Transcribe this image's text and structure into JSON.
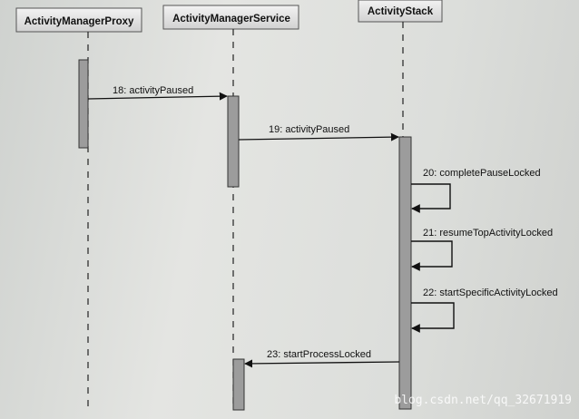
{
  "participants": [
    {
      "id": "amp",
      "name": "ActivityManagerProxy"
    },
    {
      "id": "ams",
      "name": "ActivityManagerService"
    },
    {
      "id": "as",
      "name": "ActivityStack"
    }
  ],
  "messages": [
    {
      "num": "18",
      "label": "18: activityPaused"
    },
    {
      "num": "19",
      "label": "19: activityPaused"
    },
    {
      "num": "20",
      "label": "20: completePauseLocked"
    },
    {
      "num": "21",
      "label": "21: resumeTopActivityLocked"
    },
    {
      "num": "22",
      "label": "22: startSpecificActivityLocked"
    },
    {
      "num": "23",
      "label": "23: startProcessLocked"
    }
  ],
  "watermark": "blog.csdn.net/qq_32671919"
}
